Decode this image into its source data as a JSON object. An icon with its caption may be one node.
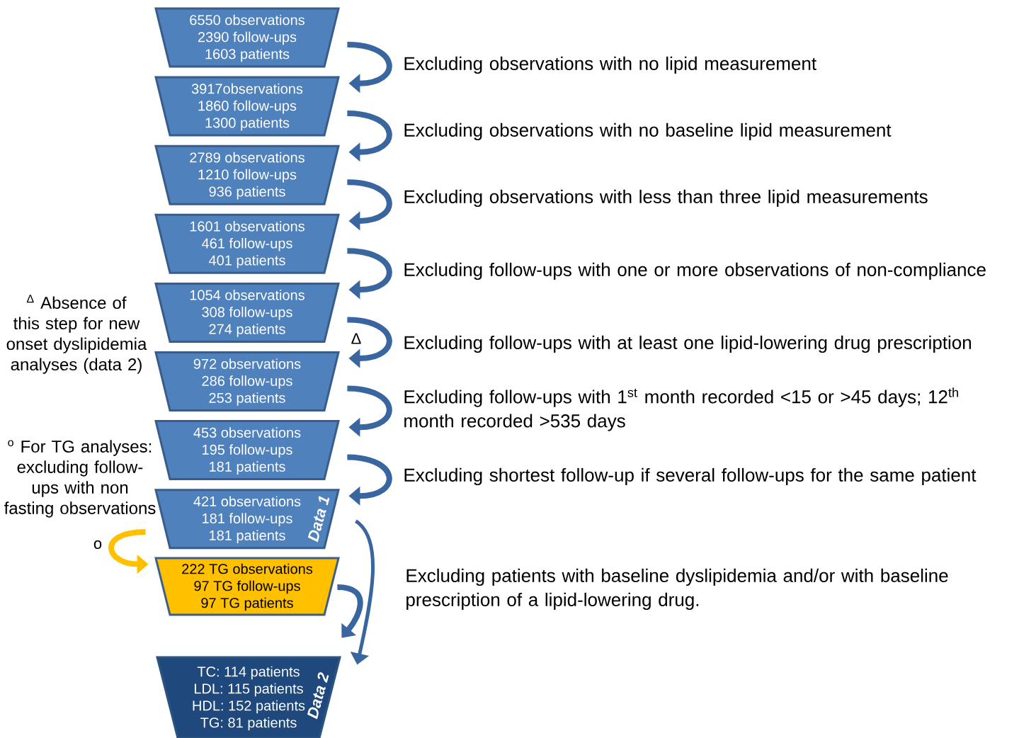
{
  "diagram": {
    "nodes": [
      {
        "text": [
          "6550 observations",
          "2390 follow-ups",
          "1603 patients"
        ]
      },
      {
        "text": [
          "3917observations",
          "1860 follow-ups",
          "1300 patients"
        ]
      },
      {
        "text": [
          "2789 observations",
          "1210 follow-ups",
          "936 patients"
        ]
      },
      {
        "text": [
          "1601 observations",
          "461 follow-ups",
          "401 patients"
        ]
      },
      {
        "text": [
          "1054 observations",
          "308 follow-ups",
          "274 patients"
        ]
      },
      {
        "text": [
          "972 observations",
          "286 follow-ups",
          "253 patients"
        ]
      },
      {
        "text": [
          "453 observations",
          "195 follow-ups",
          "181 patients"
        ]
      },
      {
        "text": [
          "421 observations",
          "181 follow-ups",
          "181 patients",
          "Data 1"
        ]
      },
      {
        "text": [
          "222  TG observations",
          "97 TG follow-ups",
          "97 TG patients"
        ]
      },
      {
        "text": [
          "TC: 114 patients",
          "LDL: 115 patients",
          "HDL: 152 patients",
          "TG: 81 patients",
          "Data 2"
        ]
      }
    ],
    "edges": [
      {
        "from": 0,
        "to": 1,
        "arrow": "to",
        "label": "Excluding observations with no lipid measurement"
      },
      {
        "from": 1,
        "to": 2,
        "arrow": "to",
        "label": "Excluding observations with no baseline lipid measurement"
      },
      {
        "from": 2,
        "to": 3,
        "arrow": "to",
        "label": "Excluding observations with less than three lipid measurements"
      },
      {
        "from": 3,
        "to": 4,
        "arrow": "to",
        "label": "Excluding follow-ups with one or more observations of non-compliance"
      },
      {
        "from": 4,
        "to": 5,
        "arrow": "to",
        "label": "Excluding follow-ups with at least one lipid-lowering drug prescription"
      },
      {
        "from": 5,
        "to": 6,
        "arrow": "to",
        "label": "Excluding follow-ups with 1$^{st}$ month recorded <15 or >45 days; 12$^{th}$ month recorded >535 days"
      },
      {
        "from": 6,
        "to": 7,
        "arrow": "to",
        "label": "Excluding shortest follow-up if several follow-ups for the same patient"
      },
      {
        "from": 7,
        "to": 8,
        "arrow": "to",
        "color": "#ffc000"
      },
      {
        "from": 8,
        "to": 9,
        "arrow": "to"
      },
      {
        "from": 7,
        "to": 9,
        "arrow": "to",
        "label": "Excluding patients with baseline dyslipidemia and/or with baseline prescription of a lipid-lowering drug."
      }
    ],
    "labels": [
      "$^{Δ}$ Absence of this step for new onset dyslipidemia analyses (data 2)",
      "Δ",
      "$^{o}$ For TG analyses: excluding follow-ups with non fasting observations",
      "o"
    ]
  }
}
